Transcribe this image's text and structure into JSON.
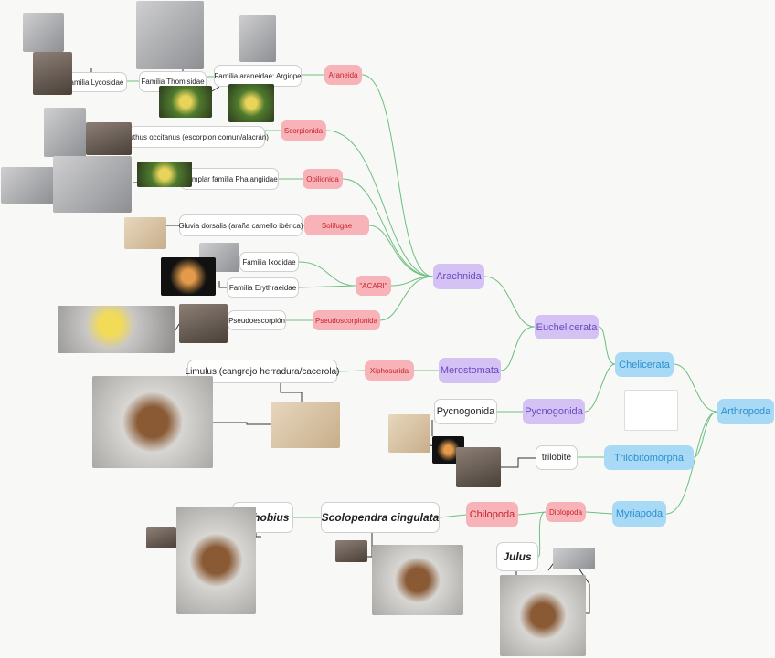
{
  "colors": {
    "link": "#6cbf7e",
    "photo_link": "#333333",
    "red_bg": "#f7b3b7",
    "purple_bg": "#d3c2f3",
    "blue_bg": "#a9daf5"
  },
  "nodes": {
    "arthropoda": "Arthropoda",
    "chelicerata": "Chelicerata",
    "euchelicerata": "Euchelicerata",
    "arachnida": "Arachnida",
    "merostomata": "Merostomata",
    "pycnogonida": "Pycnogonida",
    "trilobitomorpha": "Trilobitomorpha",
    "myriapoda": "Myriapoda",
    "diplopoda": "Diplopoda",
    "chilopoda": "Chilopoda",
    "araneida": "Araneida",
    "scorpionida": "Scorpionida",
    "opilionida": "Opilionida",
    "solifugae": "Solifugae",
    "acari": "\"ACARI\"",
    "pseudoscorpionida": "Pseudoscorpionida",
    "xiphosurida": "Xiphosurida",
    "fam_argiope": "Familia araneidae: Argiope",
    "fam_thomisidae": "Familia Thomisidae",
    "fam_lycosidae": "Familia Lycosidae",
    "buthus": "Buthus occitanus (escorpion comun/alacrán)",
    "phalangiidae": "Ejemplar familia Phalangiidae",
    "gluvia": "Gluvia dorsalis (araña camello ibérica)",
    "ixodidae": "Familia Ixodidae",
    "erythraeidae": "Familia Erythraeidae",
    "pseudoescorpion": "Pseudoescorpión",
    "limulus": "Limulus (cangrejo herradura/cacerola)",
    "pycnogonida_leaf": "Pycnogonida",
    "trilobite": "trilobite",
    "scolopendra": "Scolopendra cingulata",
    "lothobius": "Lothobius",
    "julus": "Julus"
  },
  "photos": {
    "p01": "spider-photo",
    "p02": "spider-photo",
    "p03": "spider-dish-photo",
    "p04": "crab-spider-photo",
    "p05": "argiope-photo",
    "p06": "argiope-photo",
    "p07": "scorpion-photo",
    "p08": "scorpion-photo",
    "p09": "harvestman-photo",
    "p10": "harvestman-photo",
    "p11": "solifugae-photo",
    "p12": "tick-photo",
    "p13": "mite-photo",
    "p14": "pseudoscorpion-dish-photo",
    "p15": "pseudoscorpion-photo",
    "p16": "horseshoe-crab-dish-photo",
    "p17": "horseshoe-crab-photo",
    "p18": "sea-spider-photo",
    "p19": "sea-spider-photo",
    "p20": "trilobite-photo",
    "p21": "chelicerate-diagram",
    "p22": "scolopendra-photo",
    "p23": "scolopendra-photo",
    "p24": "lithobius-photo",
    "p25": "lithobius-photo",
    "p26": "millipede-photo",
    "p27": "millipede-photo"
  }
}
